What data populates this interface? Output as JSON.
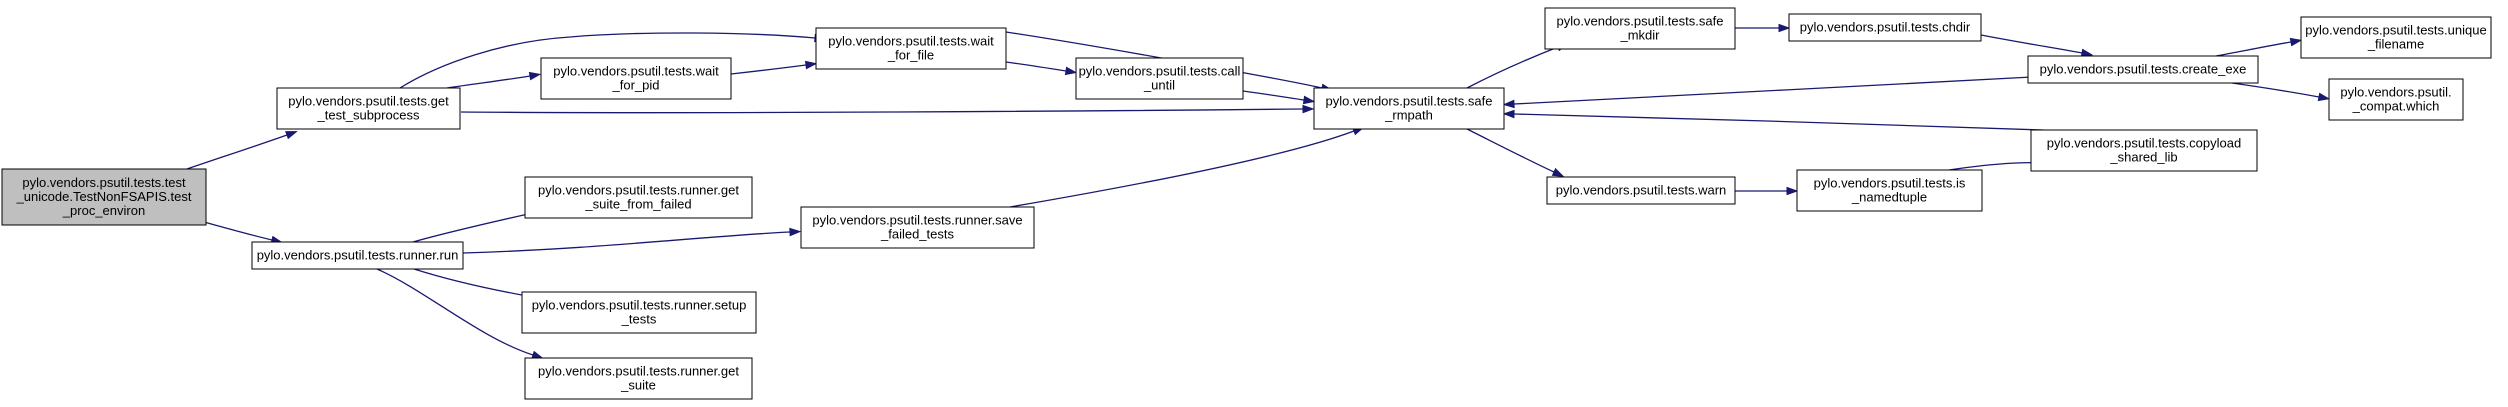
{
  "colors": {
    "root_fill": "#bfbfbf",
    "node_fill": "#ffffff",
    "node_border": "#000000",
    "edge": "#191970"
  },
  "nodes": [
    {
      "id": "root",
      "lines": [
        "pylo.vendors.psutil.tests.test",
        "_unicode.TestNonFSAPIS.test",
        "_proc_environ"
      ],
      "root": true
    },
    {
      "id": "get_test_subprocess",
      "lines": [
        "pylo.vendors.psutil.tests.get",
        "_test_subprocess"
      ]
    },
    {
      "id": "runner_run",
      "lines": [
        "pylo.vendors.psutil.tests.runner.run"
      ]
    },
    {
      "id": "wait_for_pid",
      "lines": [
        "pylo.vendors.psutil.tests.wait",
        "_for_pid"
      ]
    },
    {
      "id": "wait_for_file",
      "lines": [
        "pylo.vendors.psutil.tests.wait",
        "_for_file"
      ]
    },
    {
      "id": "call_until",
      "lines": [
        "pylo.vendors.psutil.tests.call",
        "_until"
      ]
    },
    {
      "id": "safe_rmpath",
      "lines": [
        "pylo.vendors.psutil.tests.safe",
        "_rmpath"
      ]
    },
    {
      "id": "safe_mkdir",
      "lines": [
        "pylo.vendors.psutil.tests.safe",
        "_mkdir"
      ]
    },
    {
      "id": "chdir",
      "lines": [
        "pylo.vendors.psutil.tests.chdir"
      ]
    },
    {
      "id": "create_exe",
      "lines": [
        "pylo.vendors.psutil.tests.create_exe"
      ]
    },
    {
      "id": "unique_filename",
      "lines": [
        "pylo.vendors.psutil.tests.unique",
        "_filename"
      ]
    },
    {
      "id": "compat_which",
      "lines": [
        "pylo.vendors.psutil.",
        "_compat.which"
      ]
    },
    {
      "id": "copyload_shared_lib",
      "lines": [
        "pylo.vendors.psutil.tests.copyload",
        "_shared_lib"
      ]
    },
    {
      "id": "warn",
      "lines": [
        "pylo.vendors.psutil.tests.warn"
      ]
    },
    {
      "id": "is_namedtuple",
      "lines": [
        "pylo.vendors.psutil.tests.is",
        "_namedtuple"
      ]
    },
    {
      "id": "get_suite_from_failed",
      "lines": [
        "pylo.vendors.psutil.tests.runner.get",
        "_suite_from_failed"
      ]
    },
    {
      "id": "save_failed_tests",
      "lines": [
        "pylo.vendors.psutil.tests.runner.save",
        "_failed_tests"
      ]
    },
    {
      "id": "setup_tests",
      "lines": [
        "pylo.vendors.psutil.tests.runner.setup",
        "_tests"
      ]
    },
    {
      "id": "runner_get_suite",
      "lines": [
        "pylo.vendors.psutil.tests.runner.get",
        "_suite"
      ]
    }
  ],
  "edges": [
    {
      "from": "root",
      "to": "get_test_subprocess"
    },
    {
      "from": "root",
      "to": "runner_run"
    },
    {
      "from": "get_test_subprocess",
      "to": "wait_for_file"
    },
    {
      "from": "get_test_subprocess",
      "to": "wait_for_pid"
    },
    {
      "from": "get_test_subprocess",
      "to": "safe_rmpath"
    },
    {
      "from": "wait_for_pid",
      "to": "wait_for_file"
    },
    {
      "from": "wait_for_file",
      "to": "call_until"
    },
    {
      "from": "wait_for_file",
      "to": "safe_rmpath"
    },
    {
      "from": "call_until",
      "to": "safe_rmpath"
    },
    {
      "from": "safe_rmpath",
      "to": "safe_mkdir"
    },
    {
      "from": "safe_rmpath",
      "to": "warn"
    },
    {
      "from": "safe_mkdir",
      "to": "chdir"
    },
    {
      "from": "chdir",
      "to": "create_exe"
    },
    {
      "from": "create_exe",
      "to": "safe_rmpath"
    },
    {
      "from": "create_exe",
      "to": "unique_filename"
    },
    {
      "from": "create_exe",
      "to": "compat_which"
    },
    {
      "from": "copyload_shared_lib",
      "to": "safe_rmpath"
    },
    {
      "from": "warn",
      "to": "is_namedtuple"
    },
    {
      "from": "is_namedtuple",
      "to": "copyload_shared_lib"
    },
    {
      "from": "runner_run",
      "to": "get_suite_from_failed"
    },
    {
      "from": "runner_run",
      "to": "save_failed_tests"
    },
    {
      "from": "runner_run",
      "to": "setup_tests"
    },
    {
      "from": "runner_run",
      "to": "runner_get_suite"
    },
    {
      "from": "save_failed_tests",
      "to": "safe_rmpath"
    }
  ]
}
